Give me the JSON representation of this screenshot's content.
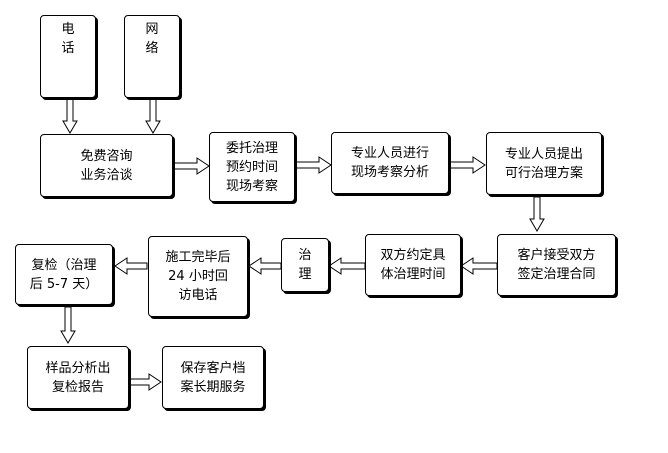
{
  "nodes": {
    "phone": "电\n话",
    "network": "网\n络",
    "consult": "免费咨询\n业务洽谈",
    "entrust": "委托治理\n预约时间\n现场考察",
    "survey": "专业人员进行\n现场考察分析",
    "plan": "专业人员提出\n可行治理方案",
    "contract": "客户接受双方\n签定治理合同",
    "schedule": "双方约定具\n体治理时间",
    "treat": "治\n理",
    "callback": "施工完毕后\n24 小时回\n访电话",
    "recheck": "复检（治理\n后 5-7 天）",
    "report": "样品分析出\n复检报告",
    "archive": "保存客户档\n案长期服务"
  }
}
